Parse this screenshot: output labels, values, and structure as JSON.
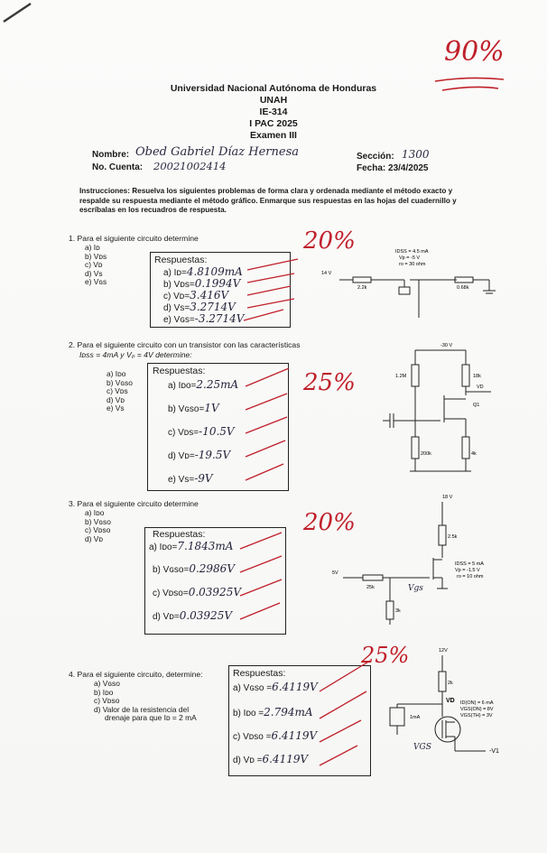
{
  "grade": "90%",
  "header": {
    "university": "Universidad Nacional Autónoma de Honduras",
    "school": "UNAH",
    "course": "IE-314",
    "term": "I PAC 2025",
    "exam": "Examen III"
  },
  "student": {
    "name_label": "Nombre:",
    "name_value": "Obed Gabriel Díaz Hernesa",
    "account_label": "No. Cuenta:",
    "account_value": "20021002414",
    "section_label": "Sección:",
    "section_value": "1300",
    "date_label": "Fecha: 23/4/2025"
  },
  "instructions": "Instrucciones: Resuelva los siguientes problemas de forma clara y ordenada mediante el método exacto y respalde su respuesta mediante el método gráfico. Enmarque sus respuestas en las hojas del cuadernillo y escríbalas en los recuadros de respuesta.",
  "q1": {
    "prompt": "1. Para el siguiente circuito determine",
    "items": [
      "a) Iᴅ",
      "b) Vᴅs",
      "c) Vᴅ",
      "d) Vs",
      "e) Vɢs"
    ],
    "score": "20%",
    "box_title": "Respuestas:",
    "answers": [
      {
        "label": "a) Iᴅ=",
        "value": "4.8109mA"
      },
      {
        "label": "b) Vᴅs=",
        "value": "0.1994V"
      },
      {
        "label": "c) Vᴅ=",
        "value": "3.416V"
      },
      {
        "label": "d) Vs=",
        "value": "3.2714V"
      },
      {
        "label": "e) Vɢs=",
        "value": "-3.2714V"
      }
    ],
    "circuit": {
      "supply": "14 V",
      "r1": "2.2k",
      "r2": "0.68k",
      "spec1": "IDSS = 4.5 mA",
      "spec2": "Vp = -5 V",
      "spec3": "ro = 30 ohm"
    }
  },
  "q2": {
    "prompt": "2. Para el siguiente circuito con un transistor con las características",
    "prompt2": "Iᴅss = 4mA y Vₚ = 4V determine:",
    "items": [
      "a) Iᴅᴏ",
      "b) Vɢsᴏ",
      "c) Vᴅs",
      "d) Vᴅ",
      "e) Vs"
    ],
    "score": "25%",
    "box_title": "Respuestas:",
    "answers": [
      {
        "label": "a) Iᴅᴏ=",
        "value": "2.25mA"
      },
      {
        "label": "b) Vɢsᴏ=",
        "value": "1V"
      },
      {
        "label": "c) Vᴅs=",
        "value": "-10.5V"
      },
      {
        "label": "d) Vᴅ=",
        "value": "-19.5V"
      },
      {
        "label": "e) Vs=",
        "value": "-9V"
      }
    ],
    "circuit": {
      "supply": "-30 V",
      "r1": "1.2M",
      "r2": "18k",
      "r3": "200k",
      "r4": "4k",
      "node": "VD",
      "transistor": "Q1"
    }
  },
  "q3": {
    "prompt": "3. Para el siguiente circuito determine",
    "items": [
      "a) Iᴅᴏ",
      "b) Vɢsᴏ",
      "c) Vᴅsᴏ",
      "d) Vᴅ"
    ],
    "score": "20%",
    "box_title": "Respuestas:",
    "answers": [
      {
        "label": "a) Iᴅᴏ=",
        "value": "7.1843mA"
      },
      {
        "label": "b) Vɢsᴏ=",
        "value": "0.2986V"
      },
      {
        "label": "c) Vᴅsᴏ=",
        "value": "0.03925V"
      },
      {
        "label": "d) Vᴅ=",
        "value": "0.03925V"
      }
    ],
    "circuit": {
      "supply": "18 V",
      "r1": "2.5k",
      "r2": "25k",
      "r3": "3k",
      "vin": "5V",
      "spec1": "IDSS = 5 mA",
      "spec2": "Vp = -1.5 V",
      "spec3": "ro = 10 ohm",
      "vgs": "Vgs"
    }
  },
  "q4": {
    "prompt": "4. Para el siguiente circuito, determine:",
    "items": [
      "a) Vɢsᴏ",
      "b) Iᴅᴏ",
      "c) Vᴅsᴏ",
      "d) Valor de la resistencia del",
      "drenaje para que Iᴅ = 2 mA"
    ],
    "score": "25%",
    "box_title": "Respuestas:",
    "answers": [
      {
        "label": "a) Vɢsᴏ =",
        "value": "6.4119V"
      },
      {
        "label": "b) Iᴅᴏ =",
        "value": "2.794mA"
      },
      {
        "label": "c) Vᴅsᴏ =",
        "value": "6.4119V"
      },
      {
        "label": "d) Vᴅ =",
        "value": "6.4119V"
      }
    ],
    "circuit": {
      "supply": "12V",
      "r1": "2k",
      "source": "1mA",
      "node": "VD",
      "spec1": "ID(ON) = 6 mA",
      "spec2": "VGS(ON) = 8V",
      "spec3": "VGS(TH) = 3V",
      "vgs": "VGS",
      "neg": "-V1"
    }
  }
}
